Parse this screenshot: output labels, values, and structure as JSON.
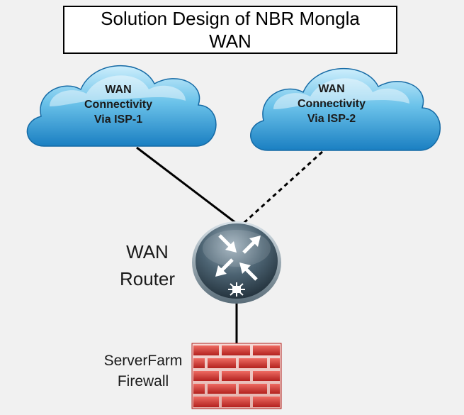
{
  "title": {
    "line1": "Solution Design of NBR Mongla",
    "line2": "WAN"
  },
  "nodes": {
    "cloud_isp1": {
      "icon": "cloud-icon",
      "lines": [
        "WAN",
        "Connectivity",
        "Via ISP-1"
      ]
    },
    "cloud_isp2": {
      "icon": "cloud-icon",
      "lines": [
        "WAN",
        "Connectivity",
        "Via ISP-2"
      ]
    },
    "router": {
      "icon": "router-icon",
      "lines": [
        "WAN",
        "Router"
      ]
    },
    "firewall": {
      "icon": "firewall-icon",
      "lines": [
        "ServerFarm",
        "Firewall"
      ]
    }
  },
  "links": [
    {
      "from": "cloud_isp1",
      "to": "router",
      "style": "solid"
    },
    {
      "from": "cloud_isp2",
      "to": "router",
      "style": "dashed"
    },
    {
      "from": "router",
      "to": "firewall",
      "style": "solid"
    }
  ],
  "colors": {
    "cloud_light": "#bfe8fa",
    "cloud_dark": "#1f86c8",
    "router_body": "#3f5564",
    "firewall_brick": "#d43a35",
    "line": "#000000"
  }
}
